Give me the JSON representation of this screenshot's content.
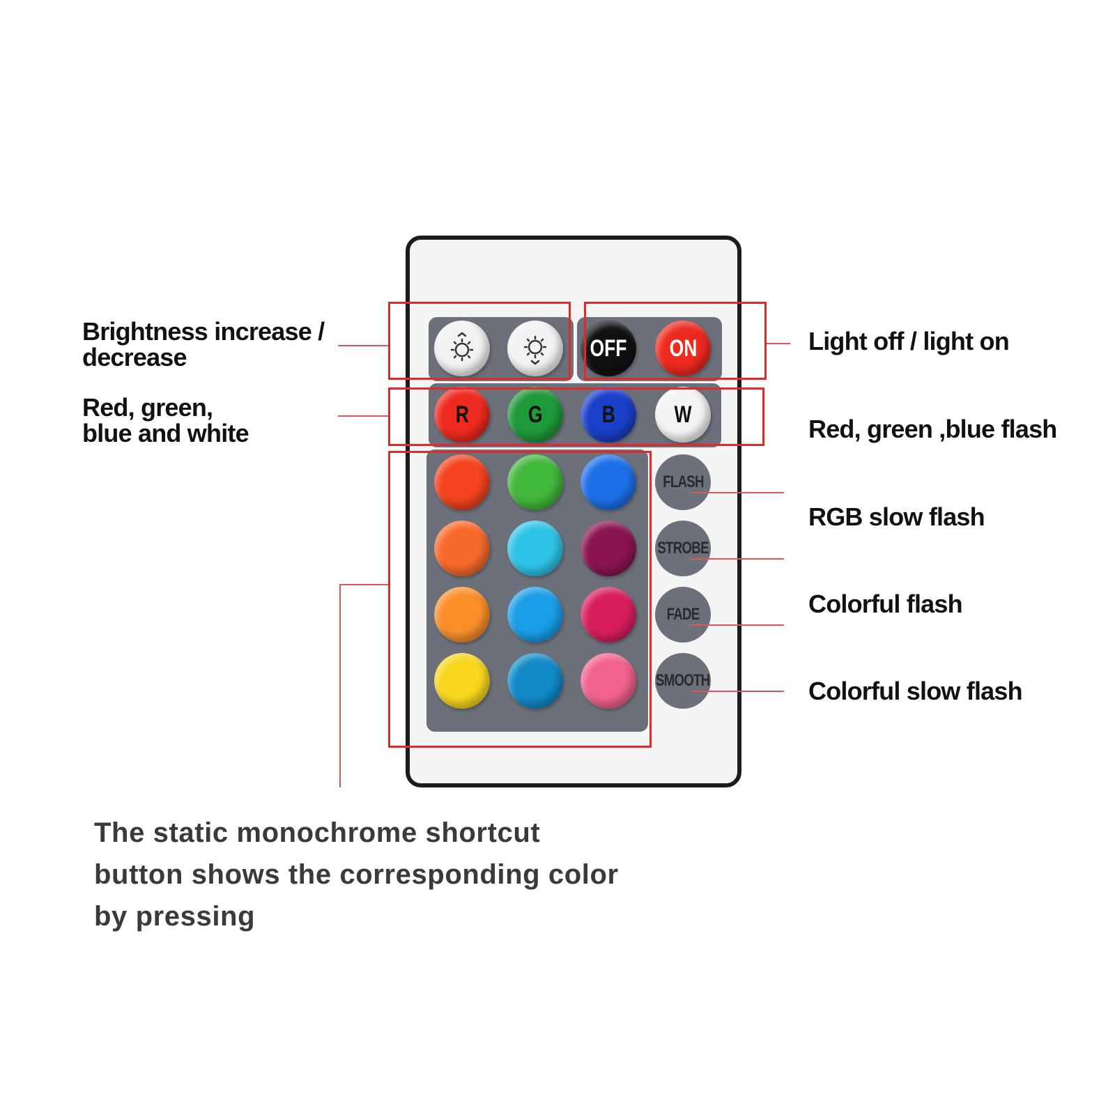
{
  "labels": {
    "brightness_line1": "Brightness increase /",
    "brightness_line2": "decrease",
    "rgbw_line1": "Red, green,",
    "rgbw_line2": "blue and white",
    "onoff": "Light off / light on",
    "rgb_flash": "Red, green ,blue flash",
    "rgb_slow_flash": "RGB slow flash",
    "colorful_flash": "Colorful flash",
    "colorful_slow_flash": "Colorful slow flash"
  },
  "note": "The static monochrome shortcut button shows the corresponding color by pressing",
  "remote": {
    "top_row": [
      {
        "name": "brightness-up-button",
        "icon": "brightness-up-icon",
        "text": "",
        "color": "#f2f2f2"
      },
      {
        "name": "brightness-down-button",
        "icon": "brightness-down-icon",
        "text": "",
        "color": "#f2f2f2"
      },
      {
        "name": "off-button",
        "text": "OFF",
        "color": "#111111"
      },
      {
        "name": "on-button",
        "text": "ON",
        "color": "#ee2a1f"
      }
    ],
    "rgbw_row": [
      {
        "name": "red-button",
        "text": "R",
        "color": "#ee2a1f"
      },
      {
        "name": "green-button",
        "text": "G",
        "color": "#1e9a3a"
      },
      {
        "name": "blue-button",
        "text": "B",
        "color": "#1a3fc8"
      },
      {
        "name": "white-button",
        "text": "W",
        "color": "#f4f4f4"
      }
    ],
    "color_grid": [
      [
        "#f4431e",
        "#42b83a",
        "#1d6fe8"
      ],
      [
        "#f86a2a",
        "#2ec4e8",
        "#8a1450"
      ],
      [
        "#fa8f2a",
        "#1a9ee8",
        "#d81e5e"
      ],
      [
        "#f8d61e",
        "#128ac8",
        "#f2628e"
      ]
    ],
    "mode_buttons": [
      "FLASH",
      "STROBE",
      "FADE",
      "SMOOTH"
    ]
  }
}
